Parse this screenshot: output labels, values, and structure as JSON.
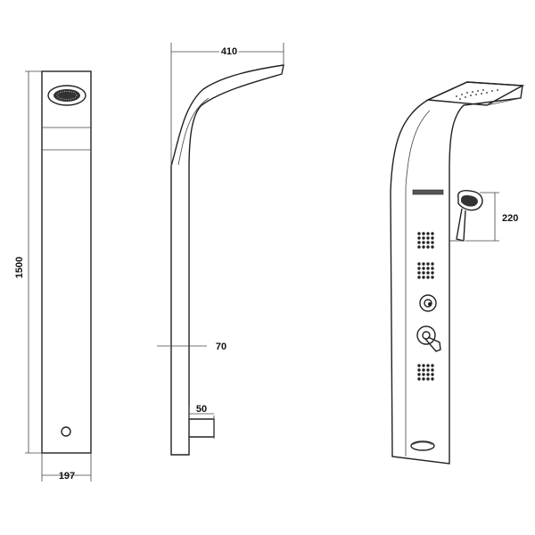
{
  "dimensions": {
    "height": "1500",
    "width": "197",
    "depth": "410",
    "pipe_offset": "70",
    "outlet": "50",
    "hand_shower_height": "220"
  },
  "icons": [
    "rain-shower-head-icon",
    "hand-shower-icon",
    "diverter-knob-icon",
    "mixer-lever-icon",
    "body-jet-icon"
  ]
}
